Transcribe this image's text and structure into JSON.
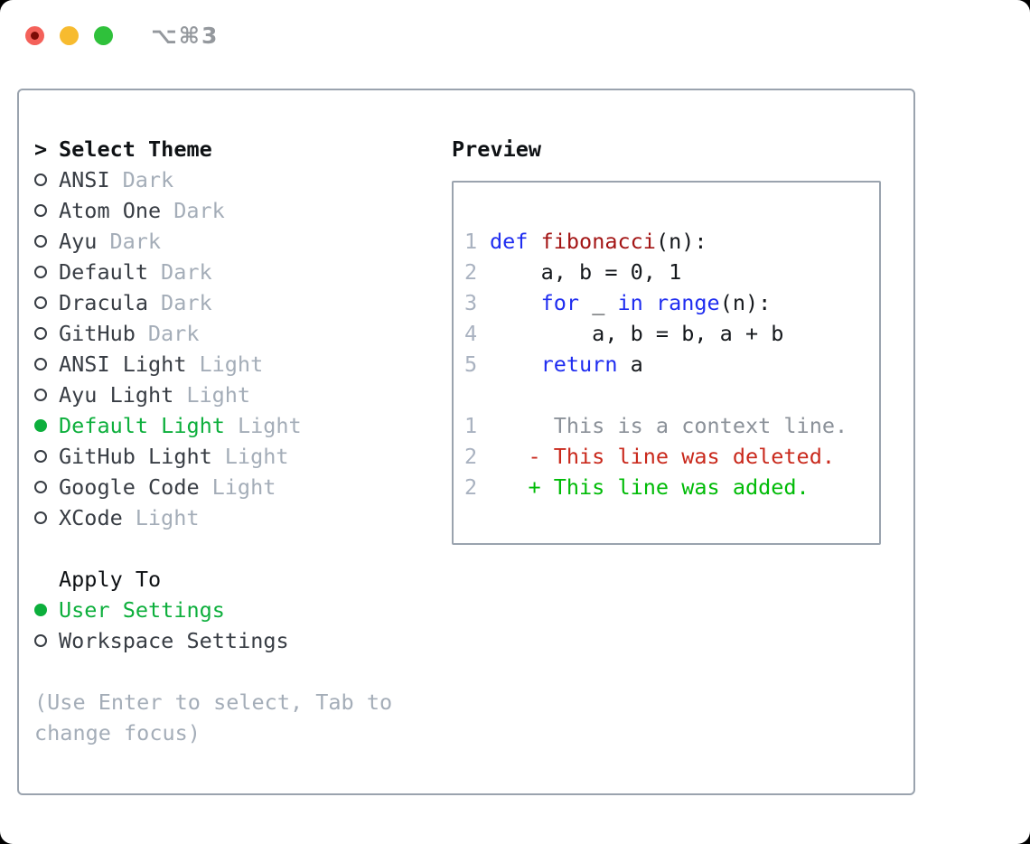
{
  "window": {
    "titlebar": {
      "shortcut": "⌥⌘3"
    }
  },
  "theme_selector": {
    "cursor": ">",
    "title": "Select Theme",
    "items": [
      {
        "name": "ANSI",
        "variant": "Dark",
        "selected": false
      },
      {
        "name": "Atom One",
        "variant": "Dark",
        "selected": false
      },
      {
        "name": "Ayu",
        "variant": "Dark",
        "selected": false
      },
      {
        "name": "Default",
        "variant": "Dark",
        "selected": false
      },
      {
        "name": "Dracula",
        "variant": "Dark",
        "selected": false
      },
      {
        "name": "GitHub",
        "variant": "Dark",
        "selected": false
      },
      {
        "name": "ANSI Light",
        "variant": "Light",
        "selected": false
      },
      {
        "name": "Ayu Light",
        "variant": "Light",
        "selected": false
      },
      {
        "name": "Default Light",
        "variant": "Light",
        "selected": true
      },
      {
        "name": "GitHub Light",
        "variant": "Light",
        "selected": false
      },
      {
        "name": "Google Code",
        "variant": "Light",
        "selected": false
      },
      {
        "name": "XCode",
        "variant": "Light",
        "selected": false
      }
    ]
  },
  "apply_to": {
    "title": "Apply To",
    "options": [
      {
        "name": "User Settings",
        "selected": true
      },
      {
        "name": "Workspace Settings",
        "selected": false
      }
    ]
  },
  "help_text": "(Use Enter to select, Tab to change focus)",
  "preview": {
    "title": "Preview",
    "code_lines": [
      {
        "num": "1",
        "tokens": [
          {
            "t": "def",
            "c": "kw"
          },
          {
            "t": " ",
            "c": "plain"
          },
          {
            "t": "fibonacci",
            "c": "fn"
          },
          {
            "t": "(n):",
            "c": "plain"
          }
        ]
      },
      {
        "num": "2",
        "tokens": [
          {
            "t": "    a, b = 0, 1",
            "c": "plain"
          }
        ]
      },
      {
        "num": "3",
        "tokens": [
          {
            "t": "    ",
            "c": "plain"
          },
          {
            "t": "for",
            "c": "kw"
          },
          {
            "t": " _ ",
            "c": "plain"
          },
          {
            "t": "in",
            "c": "kw"
          },
          {
            "t": " ",
            "c": "plain"
          },
          {
            "t": "range",
            "c": "kw"
          },
          {
            "t": "(n):",
            "c": "plain"
          }
        ]
      },
      {
        "num": "4",
        "tokens": [
          {
            "t": "        a, b = b, a + b",
            "c": "plain"
          }
        ]
      },
      {
        "num": "5",
        "tokens": [
          {
            "t": "    ",
            "c": "plain"
          },
          {
            "t": "return",
            "c": "kw"
          },
          {
            "t": " a",
            "c": "plain"
          }
        ]
      }
    ],
    "diff_lines": [
      {
        "num": "1",
        "prefix": "     ",
        "text": "This is a context line.",
        "kind": "context"
      },
      {
        "num": "2",
        "prefix": "   - ",
        "text": "This line was deleted.",
        "kind": "deleted"
      },
      {
        "num": "2",
        "prefix": "   + ",
        "text": "This line was added.",
        "kind": "added"
      }
    ]
  },
  "colors": {
    "accent_green": "#0daf3c",
    "keyword_blue": "#1f2df0",
    "function_red": "#a31515",
    "code_plain": "#15181c",
    "line_number_gray": "#a9b2c0",
    "muted_gray": "#a4adb8",
    "item_dark": "#383d44",
    "context_gray": "#8b9199",
    "deleted_red": "#c9291c",
    "added_green": "#00bb07",
    "panel_border": "#9aa3ae",
    "traffic_red": "#f4615a",
    "traffic_yellow": "#f7bb2f",
    "traffic_green": "#2fc13b"
  }
}
